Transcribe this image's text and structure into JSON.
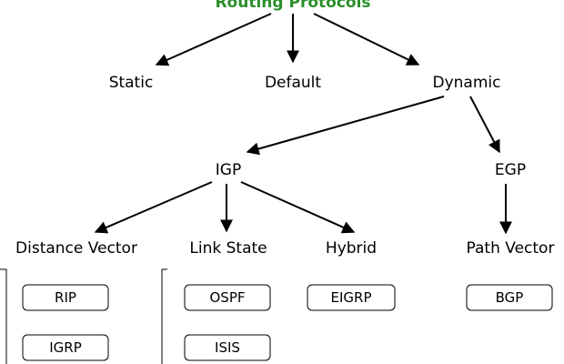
{
  "colors": {
    "title": "#2a8f2a",
    "text": "#000000",
    "line": "#000000",
    "background": "#ffffff"
  },
  "title": "Routing Protocols",
  "routing_types": {
    "static": "Static",
    "default": "Default",
    "dynamic": "Dynamic"
  },
  "dynamic_types": {
    "igp": "IGP",
    "egp": "EGP"
  },
  "igp_types": {
    "distance_vector": "Distance Vector",
    "link_state": "Link State",
    "hybrid": "Hybrid"
  },
  "egp_types": {
    "path_vector": "Path Vector"
  },
  "protocols": {
    "distance_vector": [
      "RIP",
      "IGRP"
    ],
    "link_state": [
      "OSPF",
      "ISIS"
    ],
    "hybrid": [
      "EIGRP"
    ],
    "path_vector": [
      "BGP"
    ]
  }
}
